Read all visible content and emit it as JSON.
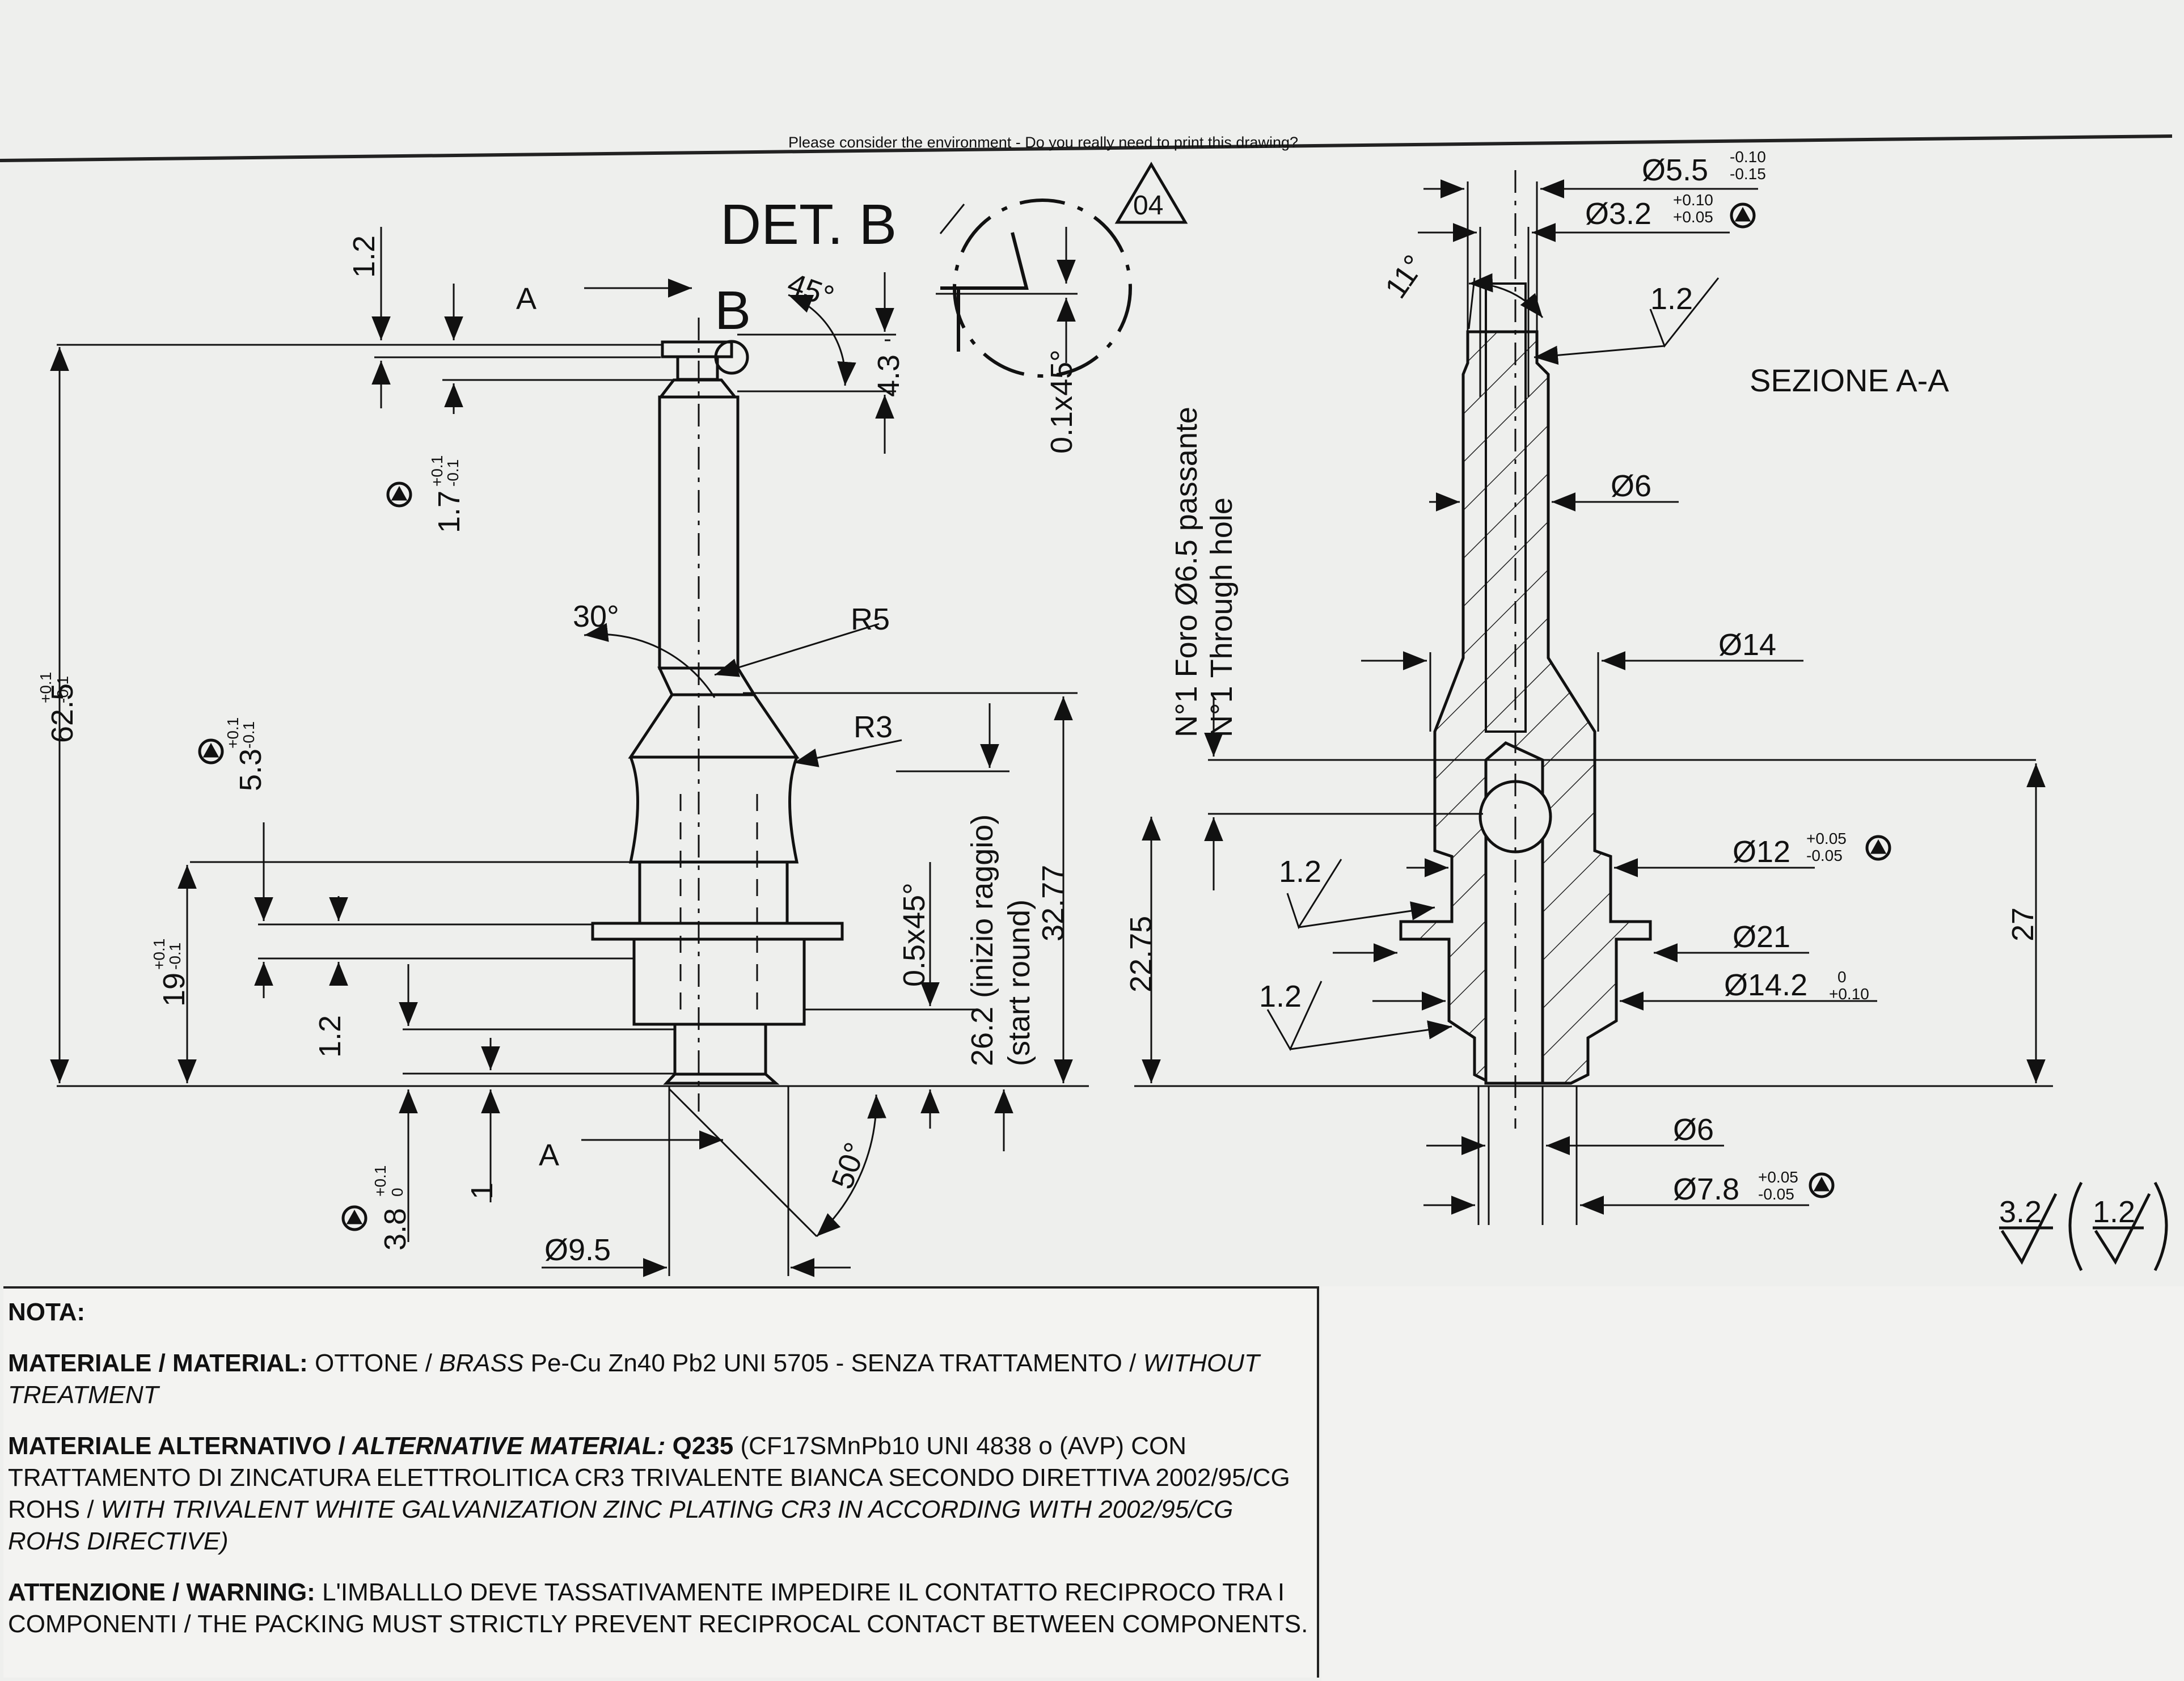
{
  "header": {
    "notice": "Please consider the environment  -  Do you really need to print this drawing?"
  },
  "revision": "04",
  "detail": {
    "title": "DET. B",
    "marker": "B",
    "chamfer": "0.1x45°"
  },
  "section": {
    "title": "SEZIONE A-A",
    "cut_label": "A"
  },
  "left_view": {
    "overall_length": "62.5",
    "overall_length_tol_up": "+0.1",
    "overall_length_tol_dn": "-0.1",
    "head_h": "1.2",
    "groove_h": "1.7",
    "groove_h_tol_up": "+0.1",
    "groove_h_tol_dn": "-0.1",
    "head_dim": "4.3",
    "angle_45": "45°",
    "angle_30": "30°",
    "r5": "R5",
    "r3": "R3",
    "d53": "5.3",
    "d53_tol_up": "+0.1",
    "d53_tol_dn": "-0.1",
    "d19": "19",
    "d19_tol_up": "+0.1",
    "d19_tol_dn": "-0.1",
    "d12": "1.2",
    "chamfer_05": "0.5x45°",
    "start_round": "26.2 (inizio raggio)",
    "start_round_en": "(start round)",
    "d3277": "32.77",
    "d38": "3.8",
    "d38_tol_up": "+0.1",
    "d38_tol_dn": "0",
    "d1": "1",
    "angle_50": "50°",
    "dia_95": "Ø9.5"
  },
  "right_view": {
    "dia_55": "Ø5.5",
    "dia_55_tol_up": "-0.10",
    "dia_55_tol_dn": "-0.15",
    "dia_32": "Ø3.2",
    "dia_32_tol_up": "+0.10",
    "dia_32_tol_dn": "+0.05",
    "angle_11": "11°",
    "rough_12a": "1.2",
    "dia_6a": "Ø6",
    "dia_14": "Ø14",
    "hole_note": "N°1 Foro Ø6.5 passante",
    "hole_note_en": "N°1 Through hole",
    "dia_12": "Ø12",
    "dia_12_tol_up": "+0.05",
    "dia_12_tol_dn": "-0.05",
    "rough_12b": "1.2",
    "rough_12c": "1.2",
    "dia_21": "Ø21",
    "dia_142": "Ø14.2",
    "dia_142_tol_up": "0",
    "dia_142_tol_dn": "+0.10",
    "dim_2275": "22.75",
    "dim_27": "27",
    "dia_6b": "Ø6",
    "dia_78": "Ø7.8",
    "dia_78_tol_up": "+0.05",
    "dia_78_tol_dn": "-0.05"
  },
  "roughness": {
    "general": "3.2",
    "special": "1.2"
  },
  "notes": {
    "title": "NOTA:",
    "mat_label": "MATERIALE / MATERIAL:",
    "mat_it": " OTTONE / ",
    "mat_en": "BRASS",
    "mat_rest": " Pe-Cu Zn40 Pb2 UNI 5705 - SENZA TRATTAMENTO / ",
    "mat_en2": "WITHOUT TREATMENT",
    "alt_label": "MATERIALE ALTERNATIVO / ",
    "alt_label_en": "ALTERNATIVE MATERIAL:",
    "alt_code": " Q235",
    "alt_rest": " (CF17SMnPb10 UNI 4838 o (AVP) CON TRATTAMENTO DI ZINCATURA ELETTROLITICA CR3 TRIVALENTE BIANCA SECONDO DIRETTIVA 2002/95/CG ROHS / ",
    "alt_en": "WITH TRIVALENT WHITE GALVANIZATION ZINC PLATING CR3 IN ACCORDING WITH 2002/95/CG ROHS DIRECTIVE)",
    "warn_label": "ATTENZIONE / WARNING:",
    "warn_text": " L'IMBALLLO DEVE TASSATIVAMENTE IMPEDIRE IL CONTATTO  RECIPROCO TRA I COMPONENTI / THE PACKING MUST STRICTLY PREVENT RECIPROCAL CONTACT BETWEEN COMPONENTS."
  }
}
